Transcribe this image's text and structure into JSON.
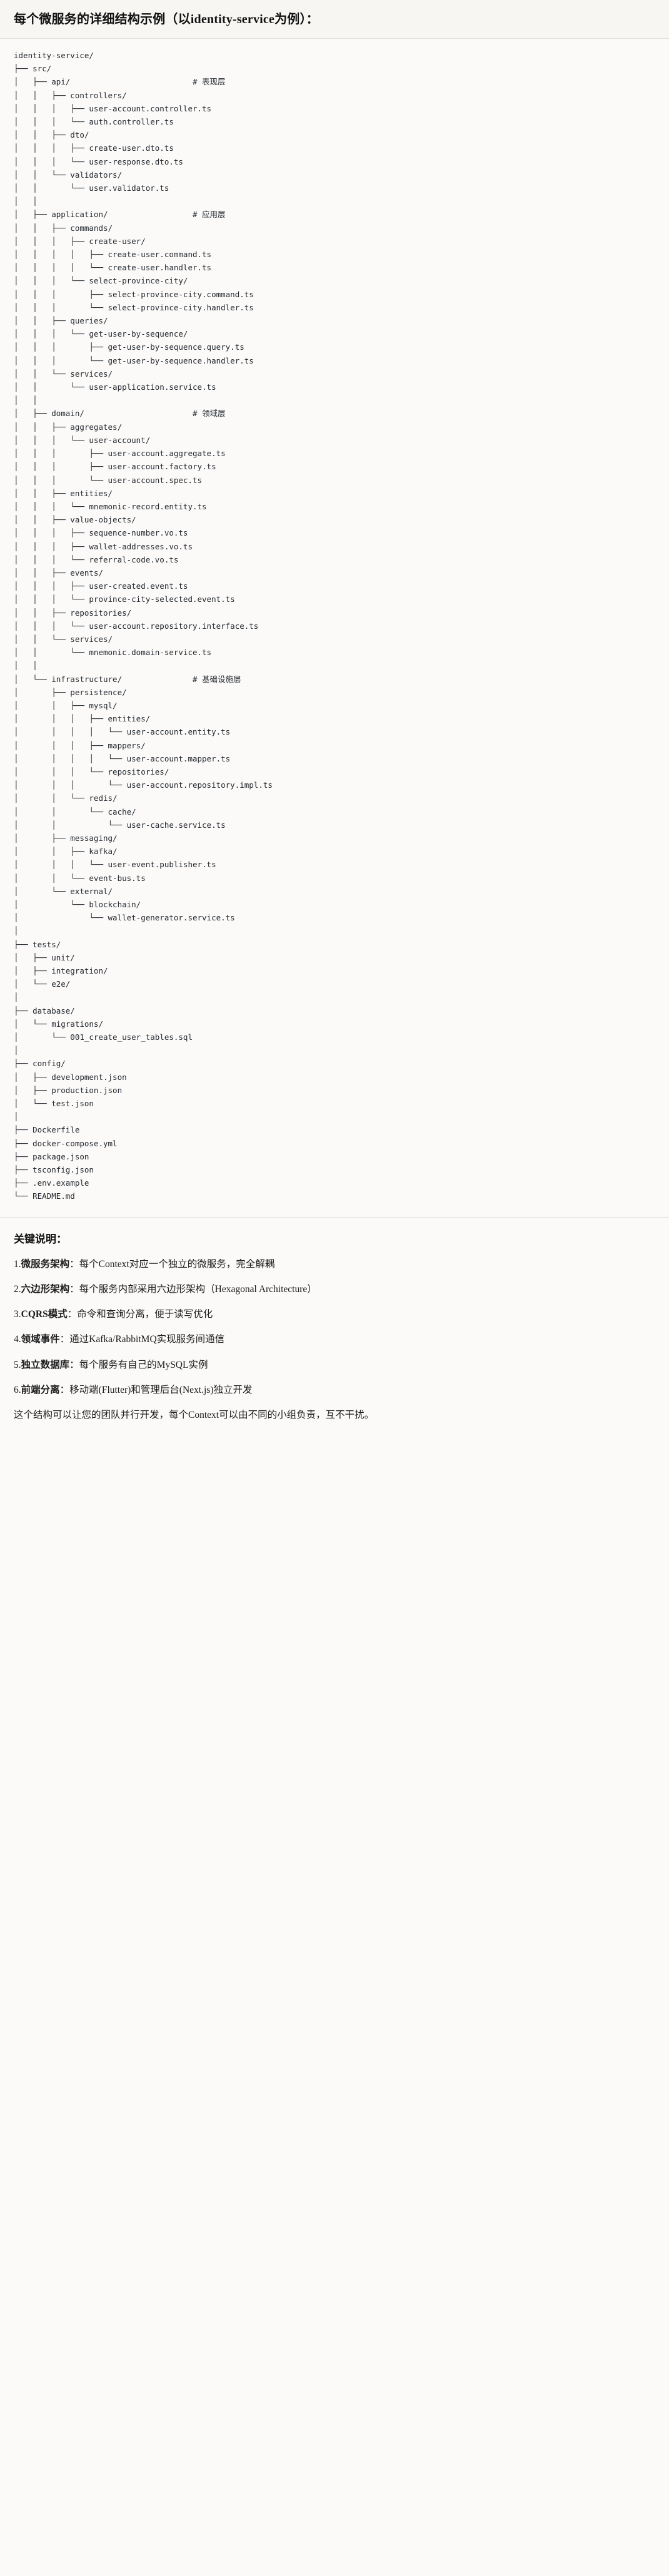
{
  "document": {
    "title": "每个微服务的详细结构示例（以identity-service为例）："
  },
  "tree": {
    "root_label": "identity-service/",
    "text": "identity-service/\n├── src/\n│   ├── api/                          # 表现层\n│   │   ├── controllers/\n│   │   │   ├── user-account.controller.ts\n│   │   │   └── auth.controller.ts\n│   │   ├── dto/\n│   │   │   ├── create-user.dto.ts\n│   │   │   └── user-response.dto.ts\n│   │   └── validators/\n│   │       └── user.validator.ts\n│   │\n│   ├── application/                  # 应用层\n│   │   ├── commands/\n│   │   │   ├── create-user/\n│   │   │   │   ├── create-user.command.ts\n│   │   │   │   └── create-user.handler.ts\n│   │   │   └── select-province-city/\n│   │   │       ├── select-province-city.command.ts\n│   │   │       └── select-province-city.handler.ts\n│   │   ├── queries/\n│   │   │   └── get-user-by-sequence/\n│   │   │       ├── get-user-by-sequence.query.ts\n│   │   │       └── get-user-by-sequence.handler.ts\n│   │   └── services/\n│   │       └── user-application.service.ts\n│   │\n│   ├── domain/                       # 领域层\n│   │   ├── aggregates/\n│   │   │   └── user-account/\n│   │   │       ├── user-account.aggregate.ts\n│   │   │       ├── user-account.factory.ts\n│   │   │       └── user-account.spec.ts\n│   │   ├── entities/\n│   │   │   └── mnemonic-record.entity.ts\n│   │   ├── value-objects/\n│   │   │   ├── sequence-number.vo.ts\n│   │   │   ├── wallet-addresses.vo.ts\n│   │   │   └── referral-code.vo.ts\n│   │   ├── events/\n│   │   │   ├── user-created.event.ts\n│   │   │   └── province-city-selected.event.ts\n│   │   ├── repositories/\n│   │   │   └── user-account.repository.interface.ts\n│   │   └── services/\n│   │       └── mnemonic.domain-service.ts\n│   │\n│   └── infrastructure/               # 基础设施层\n│       ├── persistence/\n│       │   ├── mysql/\n│       │   │   ├── entities/\n│       │   │   │   └── user-account.entity.ts\n│       │   │   ├── mappers/\n│       │   │   │   └── user-account.mapper.ts\n│       │   │   └── repositories/\n│       │   │       └── user-account.repository.impl.ts\n│       │   └── redis/\n│       │       └── cache/\n│       │           └── user-cache.service.ts\n│       ├── messaging/\n│       │   ├── kafka/\n│       │   │   └── user-event.publisher.ts\n│       │   └── event-bus.ts\n│       └── external/\n│           └── blockchain/\n│               └── wallet-generator.service.ts\n│\n├── tests/\n│   ├── unit/\n│   ├── integration/\n│   └── e2e/\n│\n├── database/\n│   └── migrations/\n│       └── 001_create_user_tables.sql\n│\n├── config/\n│   ├── development.json\n│   ├── production.json\n│   └── test.json\n│\n├── Dockerfile\n├── docker-compose.yml\n├── package.json\n├── tsconfig.json\n├── .env.example\n└── README.md",
    "layer_comments": [
      "# 表现层",
      "# 应用层",
      "# 领域层",
      "# 基础设施层"
    ]
  },
  "key_points": {
    "heading": "关键说明：",
    "items": [
      {
        "num": "1.",
        "term": "微服务架构",
        "sep": "：",
        "desc": "每个Context对应一个独立的微服务，完全解耦"
      },
      {
        "num": "2.",
        "term": "六边形架构",
        "sep": "：",
        "desc": "每个服务内部采用六边形架构（Hexagonal Architecture）"
      },
      {
        "num": "3.",
        "term": "CQRS模式",
        "sep": "：",
        "desc": "命令和查询分离，便于读写优化"
      },
      {
        "num": "4.",
        "term": "领域事件",
        "sep": "：",
        "desc": "通过Kafka/RabbitMQ实现服务间通信"
      },
      {
        "num": "5.",
        "term": "独立数据库",
        "sep": "：",
        "desc": "每个服务有自己的MySQL实例"
      },
      {
        "num": "6.",
        "term": "前端分离",
        "sep": "：",
        "desc": "移动端(Flutter)和管理后台(Next.js)独立开发"
      }
    ],
    "closing": "这个结构可以让您的团队并行开发，每个Context可以由不同的小组负责，互不干扰。"
  },
  "colors": {
    "page_background": "#fbfaf9",
    "title_background": "#f7f6f3",
    "divider": "#e3e1dc",
    "code_text": "#24292f",
    "body_text": "#1c1c1c"
  }
}
